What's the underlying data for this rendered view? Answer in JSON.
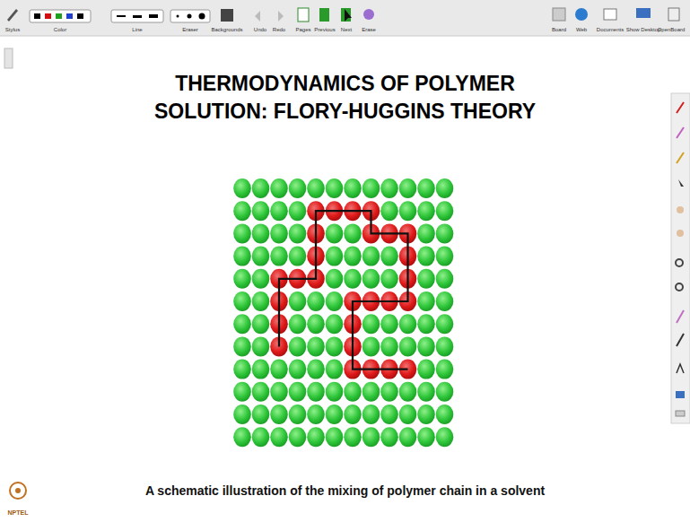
{
  "diagram": {
    "title": "THERMODYNAMICS OF POLYMER SOLUTION: FLORY-HUGGINS THEORY",
    "caption": "A schematic illustration of the mixing of polymer chain in a solvent",
    "labels": [
      "Stylus",
      "Color",
      "Line",
      "Eraser",
      "Backgrounds",
      "Undo",
      "Redo",
      "Pages",
      "Previous",
      "Next",
      "Erase",
      "Board",
      "Web",
      "Documents",
      "Show Desktop",
      "OpenBoard",
      "NPTEL"
    ]
  }
}
